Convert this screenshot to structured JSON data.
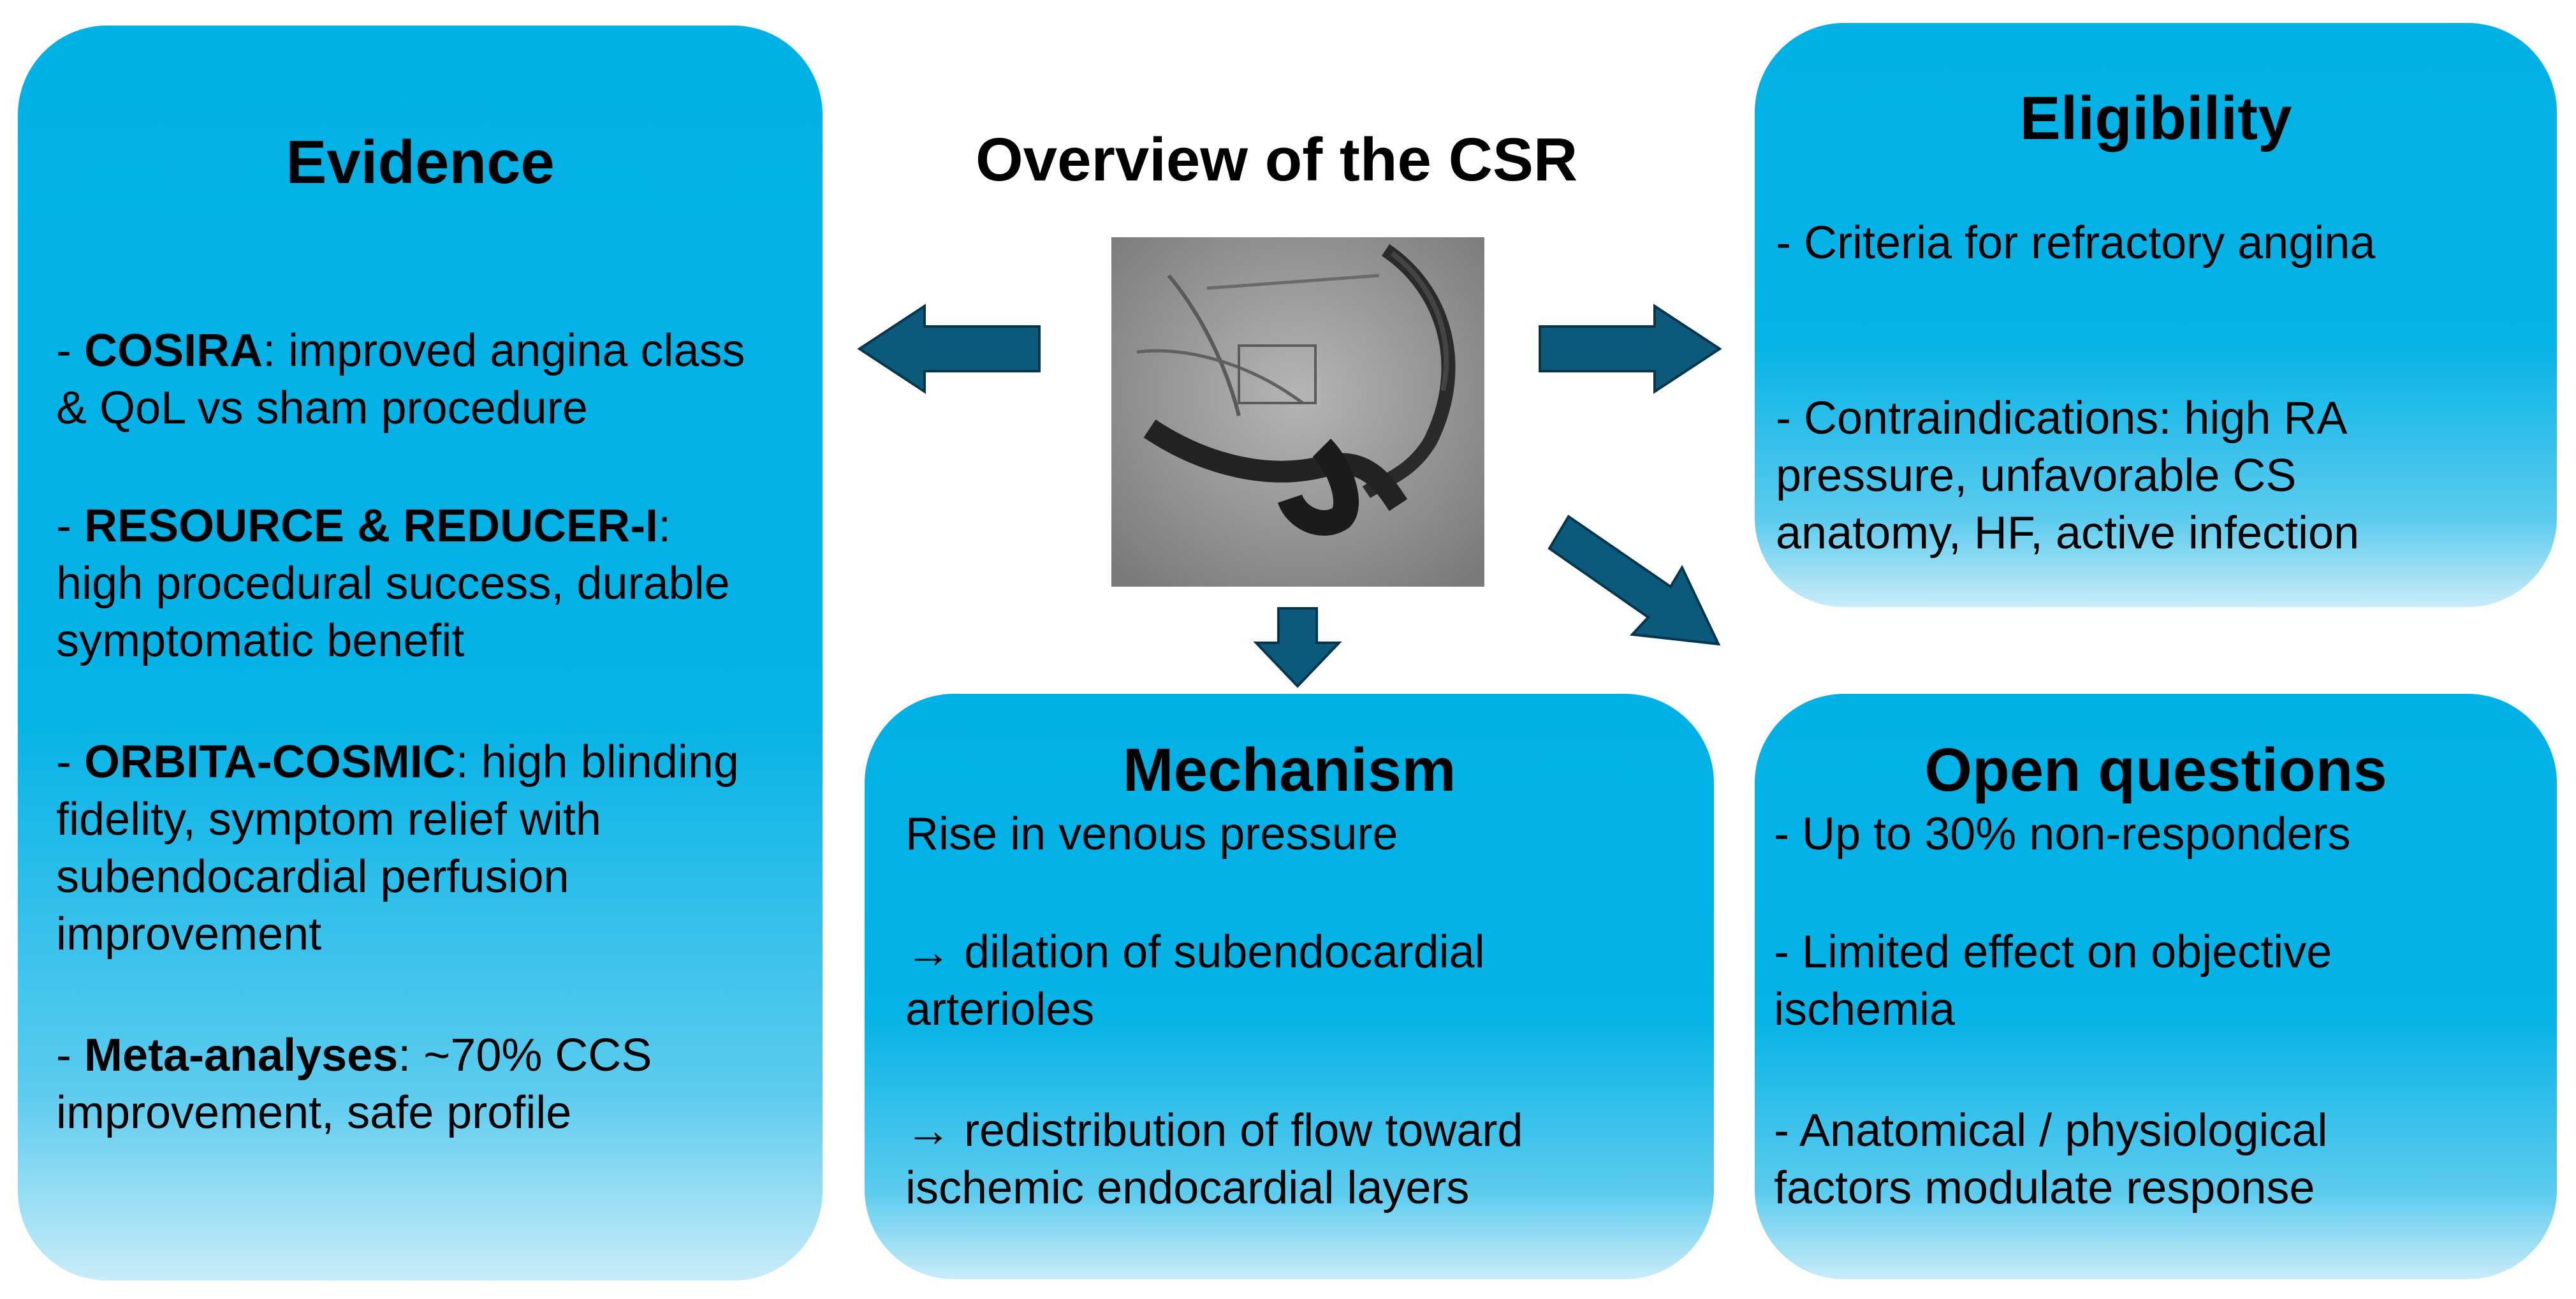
{
  "center": {
    "title": "Overview of the CSR"
  },
  "evidence": {
    "title": "Evidence",
    "items": [
      {
        "bold": "COSIRA",
        "rest": ": improved angina class",
        "cont": [
          "& QoL vs sham procedure"
        ]
      },
      {
        "bold": "RESOURCE & REDUCER-I",
        "rest": ":",
        "cont": [
          "high procedural success, durable",
          "symptomatic benefit"
        ]
      },
      {
        "bold": "ORBITA-COSMIC",
        "rest": ": high blinding",
        "cont": [
          "fidelity, symptom relief with",
          "subendocardial perfusion",
          "improvement"
        ]
      },
      {
        "bold": "Meta-analyses",
        "rest": ": ~70% CCS",
        "cont": [
          "improvement, safe profile"
        ]
      }
    ]
  },
  "eligibility": {
    "title": "Eligibility",
    "lines": [
      "- Criteria for refractory angina",
      "- Contraindications: high RA",
      "pressure, unfavorable CS",
      "anatomy, HF, active infection"
    ]
  },
  "mechanism": {
    "title": "Mechanism",
    "lines": [
      "Rise in venous pressure",
      "→ dilation of subendocardial",
      "arterioles",
      "→ redistribution of flow toward",
      "ischemic endocardial layers"
    ]
  },
  "open_questions": {
    "title": "Open questions",
    "lines": [
      "- Up to 30% non-responders",
      "- Limited effect on objective",
      "ischemia",
      " - Anatomical / physiological",
      "factors modulate response"
    ]
  },
  "colors": {
    "box": "#00b1e5",
    "arrow": "#0b5a7c",
    "text": "#000000"
  }
}
